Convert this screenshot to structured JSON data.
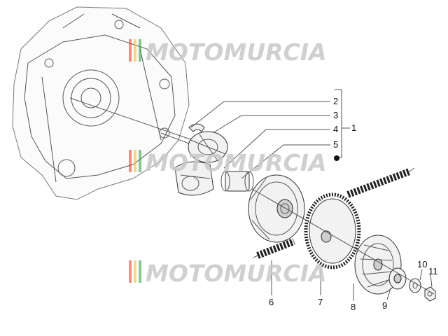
{
  "watermark": {
    "text": "MOTOMURCIA",
    "text_color": "#c8c8c8",
    "stripe_colors": [
      "#d84b3a",
      "#f0c23a",
      "#3fa34d"
    ]
  },
  "callouts": {
    "n1": "1",
    "n2": "2",
    "n3": "3",
    "n4": "4",
    "n5": "5",
    "n6": "6",
    "n7": "7",
    "n8": "8",
    "n9": "9",
    "n10": "10",
    "n11": "11"
  }
}
